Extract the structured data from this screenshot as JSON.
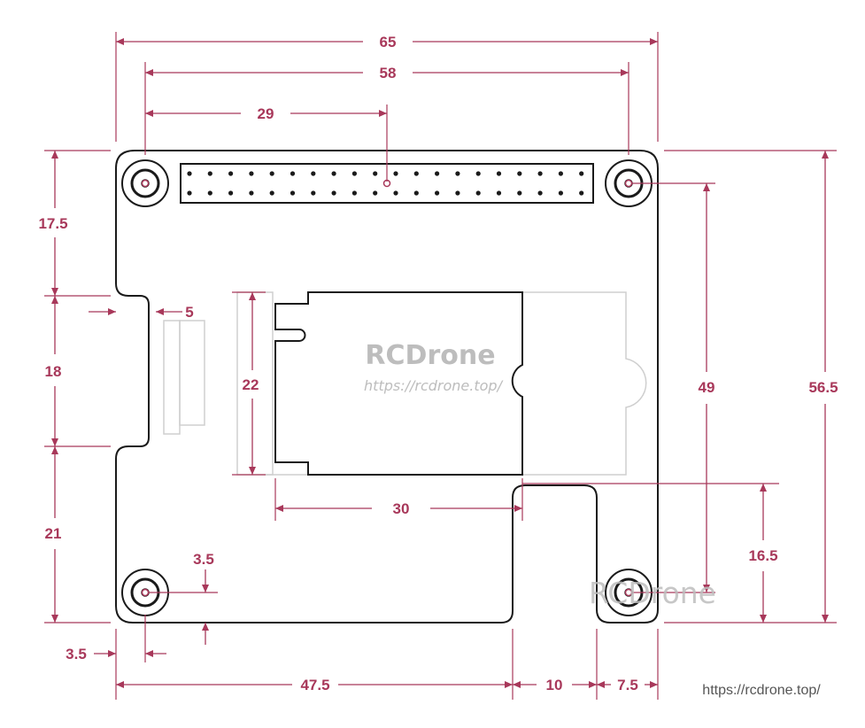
{
  "colors": {
    "dimension": "#a8385a",
    "outline": "#1a1a1a",
    "ghost": "#cfcfcf",
    "watermark": "#bdbdbd"
  },
  "dimensions": {
    "overall_width": "65",
    "hole_spacing_width": "58",
    "header_center": "29",
    "hole_edge_offset": "17.5",
    "slot_length": "18",
    "slot_to_bottom_hole": "21",
    "connector_width": "5",
    "m2_slot_height": "22",
    "m2_length": "30",
    "hole_vertical_spacing": "49",
    "overall_height": "56.5",
    "cutout_height": "16.5",
    "hole_offset_y": "3.5",
    "hole_offset_x": "3.5",
    "cutout_start": "47.5",
    "cutout_width": "10",
    "right_tab_width": "7.5"
  },
  "watermark": {
    "brand": "RCDrone",
    "url": "https://rcdrone.top/",
    "brand_lower": "RCDrone",
    "url_footer": "https://rcdrone.top/"
  }
}
